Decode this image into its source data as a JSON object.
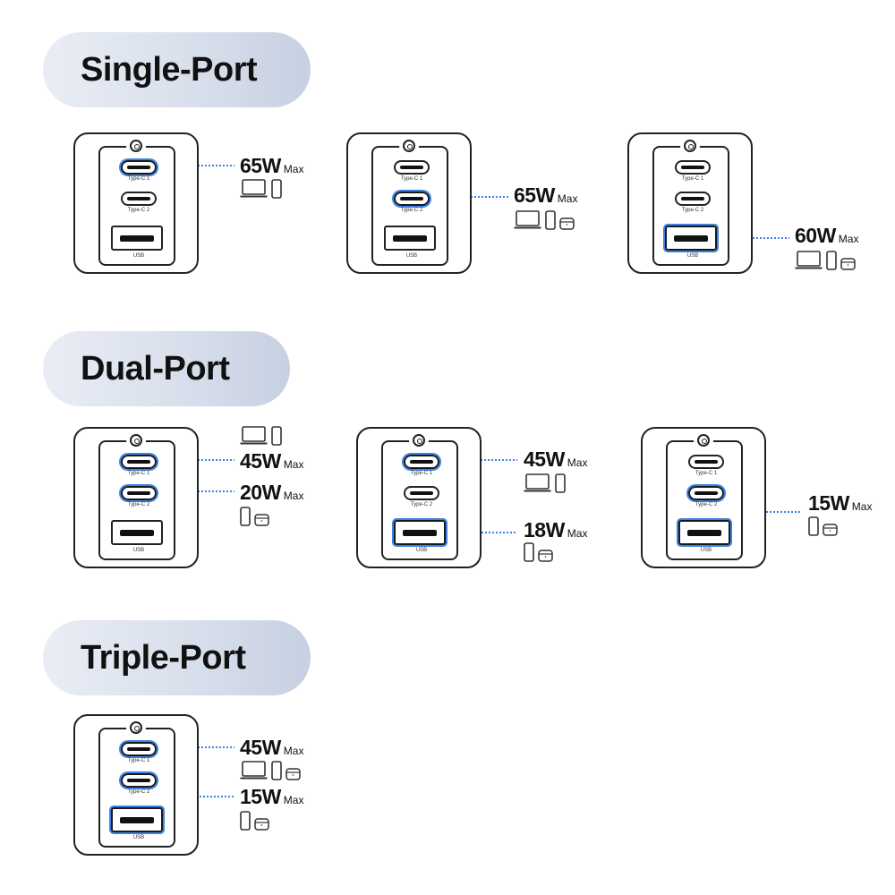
{
  "sections": [
    {
      "title": "Single-Port"
    },
    {
      "title": "Dual-Port"
    },
    {
      "title": "Triple-Port"
    }
  ],
  "port_labels": {
    "c1": "Type-C 1",
    "c2": "Type-C 2",
    "usb": "USB"
  },
  "max_label": "Max",
  "accent_color": "#3b82e6",
  "chargers": [
    {
      "section": "Single-Port",
      "active": [
        "c1"
      ],
      "callouts": [
        {
          "watts": "65W",
          "devices": [
            "laptop",
            "phone"
          ]
        }
      ]
    },
    {
      "section": "Single-Port",
      "active": [
        "c2"
      ],
      "callouts": [
        {
          "watts": "65W",
          "devices": [
            "laptop",
            "phone",
            "earbuds"
          ]
        }
      ]
    },
    {
      "section": "Single-Port",
      "active": [
        "usb"
      ],
      "callouts": [
        {
          "watts": "60W",
          "devices": [
            "laptop",
            "phone",
            "earbuds"
          ]
        }
      ]
    },
    {
      "section": "Dual-Port",
      "active": [
        "c1",
        "c2"
      ],
      "callouts": [
        {
          "watts": "45W",
          "devices": [
            "laptop",
            "phone"
          ]
        },
        {
          "watts": "20W",
          "devices": [
            "phone",
            "earbuds"
          ]
        }
      ]
    },
    {
      "section": "Dual-Port",
      "active": [
        "c1",
        "usb"
      ],
      "callouts": [
        {
          "watts": "45W",
          "devices": [
            "laptop",
            "phone"
          ]
        },
        {
          "watts": "18W",
          "devices": [
            "phone",
            "earbuds"
          ]
        }
      ]
    },
    {
      "section": "Dual-Port",
      "active": [
        "c2",
        "usb"
      ],
      "callouts": [
        {
          "watts": "15W",
          "devices": [
            "phone",
            "earbuds"
          ]
        }
      ]
    },
    {
      "section": "Triple-Port",
      "active": [
        "c1",
        "c2",
        "usb"
      ],
      "callouts": [
        {
          "watts": "45W",
          "devices": [
            "laptop",
            "phone",
            "earbuds"
          ]
        },
        {
          "watts": "15W",
          "devices": [
            "phone",
            "earbuds"
          ]
        }
      ]
    }
  ]
}
